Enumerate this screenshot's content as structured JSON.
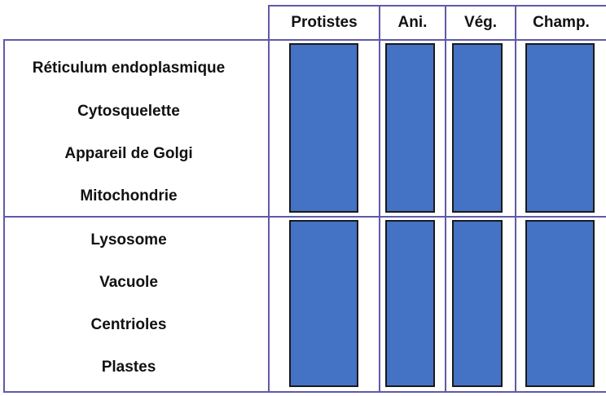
{
  "table": {
    "columns": [
      "Protistes",
      "Ani.",
      "Vég.",
      "Champ."
    ],
    "group1_rows": [
      "Réticulum endoplasmique",
      "Cytosquelette",
      "Appareil de Golgi",
      "Mitochondrie"
    ],
    "group2_rows": [
      "Lysosome",
      "Vacuole",
      "Centrioles",
      "Plastes"
    ],
    "cell_fill_color": "#4472c4",
    "grid_color": "#5f5aa8"
  }
}
